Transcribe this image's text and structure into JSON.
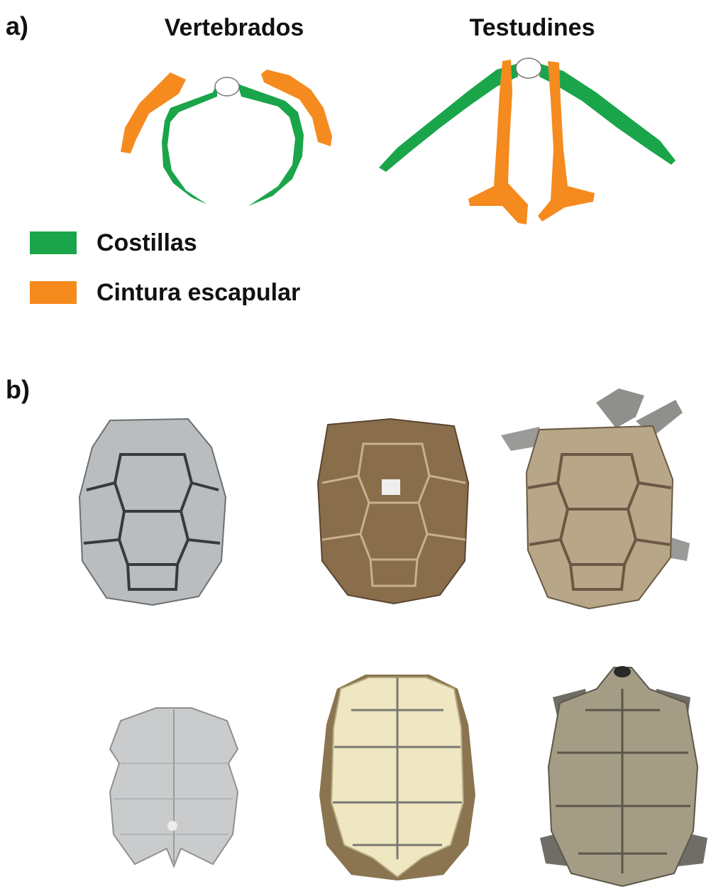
{
  "panels": {
    "a": {
      "label": "a)",
      "headings": {
        "left": "Vertebrados",
        "right": "Testudines"
      },
      "legend": [
        {
          "name": "Costillas",
          "color": "#1aa54a"
        },
        {
          "name": "Cintura escapular",
          "color": "#f58a1f"
        }
      ]
    },
    "b": {
      "label": "b)",
      "photos": [
        {
          "view": "carapace",
          "tone": "gray"
        },
        {
          "view": "carapace",
          "tone": "brown"
        },
        {
          "view": "carapace",
          "tone": "tan"
        },
        {
          "view": "plastron",
          "tone": "light-gray"
        },
        {
          "view": "plastron",
          "tone": "cream"
        },
        {
          "view": "plastron",
          "tone": "dark-tan"
        }
      ]
    }
  },
  "colors": {
    "ribs": "#1aa54a",
    "girdle": "#f58a1f"
  }
}
